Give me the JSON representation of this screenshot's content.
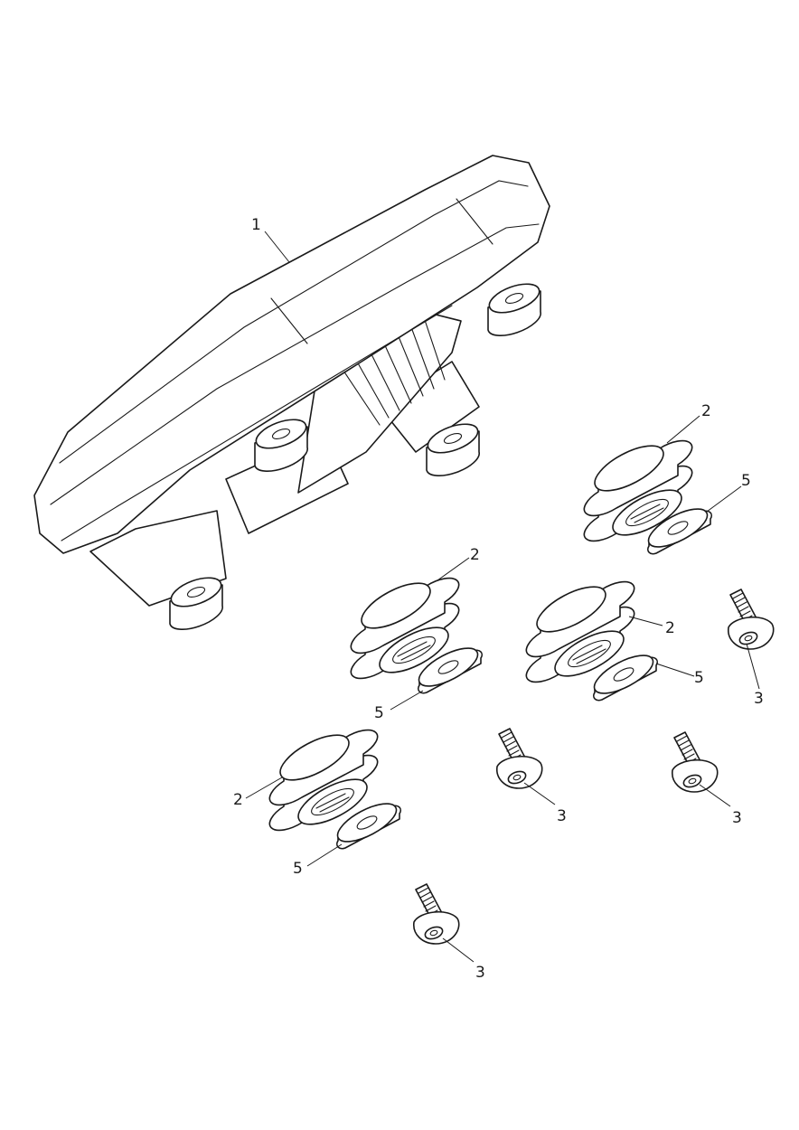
{
  "diagram": {
    "type": "exploded-parts-view",
    "callouts": {
      "c1": "1",
      "c2a": "2",
      "c2b": "2",
      "c2c": "2",
      "c2d": "2",
      "c3a": "3",
      "c3b": "3",
      "c3c": "3",
      "c3d": "3",
      "c5a": "5",
      "c5b": "5",
      "c5c": "5",
      "c5d": "5"
    },
    "parts": [
      {
        "callout": "1",
        "depiction": "instrument housing",
        "quantity_shown": 1
      },
      {
        "callout": "2",
        "depiction": "rubber grommet",
        "quantity_shown": 4
      },
      {
        "callout": "3",
        "depiction": "screw",
        "quantity_shown": 4
      },
      {
        "callout": "5",
        "depiction": "washer",
        "quantity_shown": 4
      }
    ]
  }
}
